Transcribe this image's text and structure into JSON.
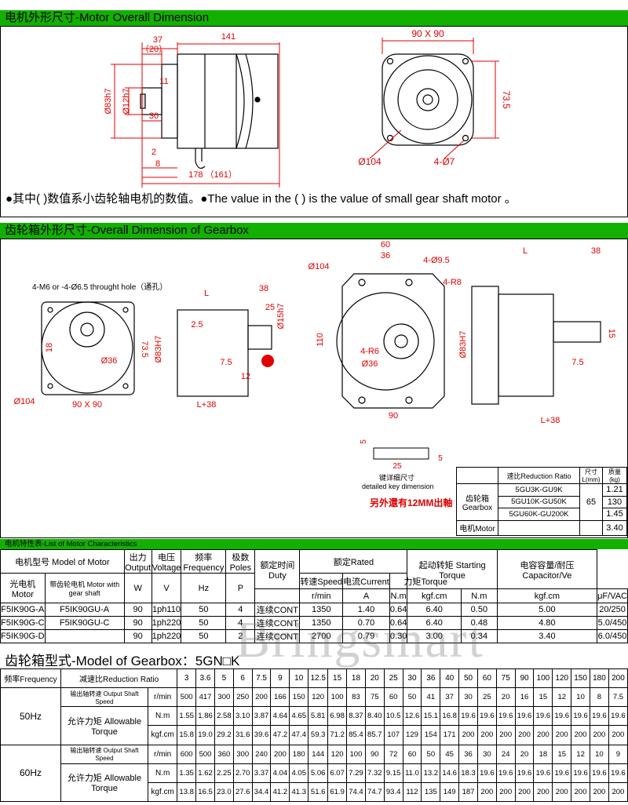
{
  "motor_dim": {
    "header": "电机外形尺寸-Motor  Overall  Dimension",
    "labels": {
      "d37": "37",
      "d141": "141",
      "d20": "（20）",
      "d12": "Ø12h7",
      "d11": "11",
      "d83": "Ø83h7",
      "d30": "30",
      "d2": "2",
      "d8": "8",
      "d178": "178  （161）",
      "d90": "90 X 90",
      "d73": "73.5",
      "d104": "Ø104",
      "d47": "4-Ø7"
    },
    "note": "●其中( )数值系小齿轮轴电机的数值。●The value in the ( ) is the value of small gear shaft motor 。"
  },
  "gearbox_dim": {
    "header": "齿轮箱外形尺寸-Overall  Dimension  of  Gearbox",
    "labels": {
      "hole": "4-M6 or -4-Ø6.5 throught hole（通孔）",
      "L": "L",
      "d38": "38",
      "d25": "25",
      "d15": "Ø15h7",
      "d25b": "2.5",
      "d18": "18",
      "d36": "Ø36",
      "d735": "73.5",
      "d83": "Ø83H7",
      "d75": "7.5",
      "d12": "12",
      "d104": "Ø104",
      "d9090": "90 X 90",
      "dL38": "L+38",
      "d60": "60",
      "d36b": "36",
      "d495": "4-Ø9.5",
      "d104b": "Ø104",
      "dR8": "4-R8",
      "d110": "110",
      "dR6": "4-R6",
      "d36c": "Ø36",
      "d90": "90",
      "dL": "L",
      "d38b": "38",
      "d83b": "Ø83H7",
      "d15b": "15",
      "d75b": "7.5",
      "dL38b": "L+38",
      "k5": "5",
      "k25": "25",
      "k5b": "5",
      "key1": "键详细尺寸",
      "key2": "detailed key dimension",
      "mm12": "另外還有12MM出軸"
    },
    "ratio_table": {
      "h1": "速比Reduction Ratio",
      "h2": "尺寸 L(mm)",
      "h3": "质量 (kg)",
      "gearbox": "齿轮箱 Gearbox",
      "rows": [
        [
          "5GU3K-GU9K",
          "1.21"
        ],
        [
          "5GU10K-GU50K",
          "130"
        ],
        [
          "5GU60K-GU200K",
          "1.45"
        ]
      ],
      "L": "65",
      "motor": "电机Motor",
      "motor_kg": "3.40"
    }
  },
  "motor_char": {
    "header": "电机特性表-List of Motor Characteristics",
    "h": {
      "model": "电机型号 Model of Motor",
      "output": "出力 Output",
      "voltage": "电压 Voltage",
      "freq": "频率 Frequency",
      "poles": "极数 Poles",
      "duty": "额定时间 Duty",
      "rated": "额定Rated",
      "speed": "转速Speed",
      "current": "电流Current",
      "torque": "力矩Torque",
      "start": "起动转矩 Starting Torque",
      "cap": "电容容量/耐压 Capacitor/Ve",
      "motor": "光电机 Motor",
      "gearmotor": "带齿轮电机 Motor with gear shaft",
      "W": "W",
      "V": "V",
      "Hz": "Hz",
      "P": "P",
      "rmin": "r/min",
      "A": "A",
      "Nm": "N.m",
      "kgfcm": "kgf.cm",
      "Nm2": "N.m",
      "kgfcm2": "kgf.cm",
      "uf": "μF/VAC"
    },
    "rows": [
      [
        "F5IK90G-A",
        "F5IK90GU-A",
        "90",
        "1ph110",
        "50",
        "4",
        "连续CONT",
        "1350",
        "1.40",
        "0.64",
        "6.40",
        "0.50",
        "5.00",
        "20/250"
      ],
      [
        "F5IK90G-C",
        "F5IK90GU-C",
        "90",
        "1ph220",
        "50",
        "4",
        "连续CONT",
        "1350",
        "0.70",
        "0.64",
        "6.40",
        "0.48",
        "4.80",
        "5.0/450"
      ],
      [
        "F5IK90G-D",
        "",
        "90",
        "1ph220",
        "50",
        "2",
        "连续CONT",
        "2700",
        "0.79",
        "0.30",
        "3.00",
        "0.34",
        "3.40",
        "6.0/450"
      ]
    ]
  },
  "gear_model": {
    "title": "齿轮箱型式-Model of Gearbox：5GN□K",
    "freq_h": "频率Frequency",
    "ratio_h": "减速比Reduction Ratio",
    "ratios": [
      "3",
      "3.6",
      "5",
      "6",
      "7.5",
      "9",
      "10",
      "12.5",
      "15",
      "18",
      "20",
      "25",
      "30",
      "36",
      "40",
      "50",
      "60",
      "75",
      "90",
      "100",
      "120",
      "150",
      "180",
      "200"
    ],
    "speed_lbl": "输出轴转速 Output Shaft Speed",
    "torque_lbl": "允许力矩 Allowable Torque",
    "u_rmin": "r/min",
    "u_nm": "N.m",
    "u_kgf": "kgf.cm",
    "f50": {
      "freq": "50Hz",
      "rmin": [
        "500",
        "417",
        "300",
        "250",
        "200",
        "166",
        "150",
        "120",
        "100",
        "83",
        "75",
        "60",
        "50",
        "41",
        "37",
        "30",
        "25",
        "20",
        "16",
        "15",
        "12",
        "10",
        "8",
        "7.5"
      ],
      "nm": [
        "1.55",
        "1.86",
        "2.58",
        "3.10",
        "3.87",
        "4.64",
        "4.65",
        "5.81",
        "6.98",
        "8.37",
        "8.40",
        "10.5",
        "12.6",
        "15.1",
        "16.8",
        "19.6",
        "19.6",
        "19.6",
        "19.6",
        "19.6",
        "19.6",
        "19.6",
        "19.6",
        "19.6"
      ],
      "kgf": [
        "15.8",
        "19.0",
        "29.2",
        "31.6",
        "39.6",
        "47.2",
        "47.4",
        "59.3",
        "71.2",
        "85.4",
        "85.7",
        "107",
        "129",
        "154",
        "171",
        "200",
        "200",
        "200",
        "200",
        "200",
        "200",
        "200",
        "200",
        "200"
      ]
    },
    "f60": {
      "freq": "60Hz",
      "rmin": [
        "600",
        "500",
        "360",
        "300",
        "240",
        "200",
        "180",
        "144",
        "120",
        "100",
        "90",
        "72",
        "60",
        "50",
        "45",
        "36",
        "30",
        "24",
        "20",
        "18",
        "15",
        "12",
        "10",
        "9"
      ],
      "nm": [
        "1.35",
        "1.62",
        "2.25",
        "2.70",
        "3.37",
        "4.04",
        "4.05",
        "5.06",
        "6.07",
        "7.29",
        "7.32",
        "9.15",
        "11.0",
        "13.2",
        "14.6",
        "18.3",
        "19.6",
        "19.6",
        "19.6",
        "19.6",
        "19.6",
        "19.6",
        "19.6",
        "19.6"
      ],
      "kgf": [
        "13.8",
        "16.5",
        "23.0",
        "27.6",
        "34.4",
        "41.2",
        "41.3",
        "51.6",
        "61.9",
        "74.4",
        "74.7",
        "93.4",
        "112",
        "135",
        "149",
        "187",
        "200",
        "200",
        "200",
        "200",
        "200",
        "200",
        "200",
        "200"
      ]
    }
  },
  "watermark": "Bringsmart"
}
